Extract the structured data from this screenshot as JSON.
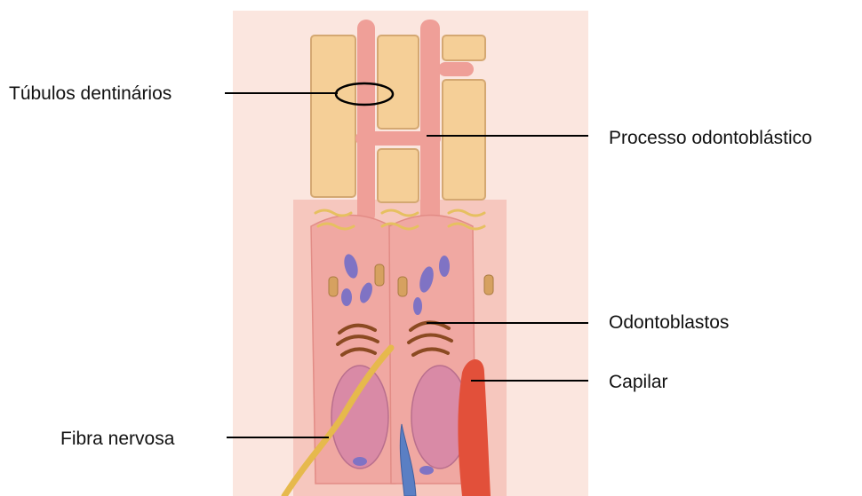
{
  "labels": {
    "tubulos": "Túbulos  dentinários",
    "processo": "Processo odontoblástico",
    "odontoblastos": "Odontoblastos",
    "capilar": "Capilar",
    "fibra": "Fibra nervosa"
  },
  "colors": {
    "background": "#ffffff",
    "tissue": "#f6c7be",
    "dentin": "#f5cf97",
    "dentin_edge": "#d4a872",
    "process": "#ef9f98",
    "cell": "#f0a8a2",
    "nucleus": "#d98aa6",
    "organelle_blue": "#7f73c4",
    "golgi": "#8b4a22",
    "nerve": "#e6b94c",
    "capillary": "#e2503a",
    "vessel_blue": "#5a7fc4",
    "leader": "#000000"
  }
}
